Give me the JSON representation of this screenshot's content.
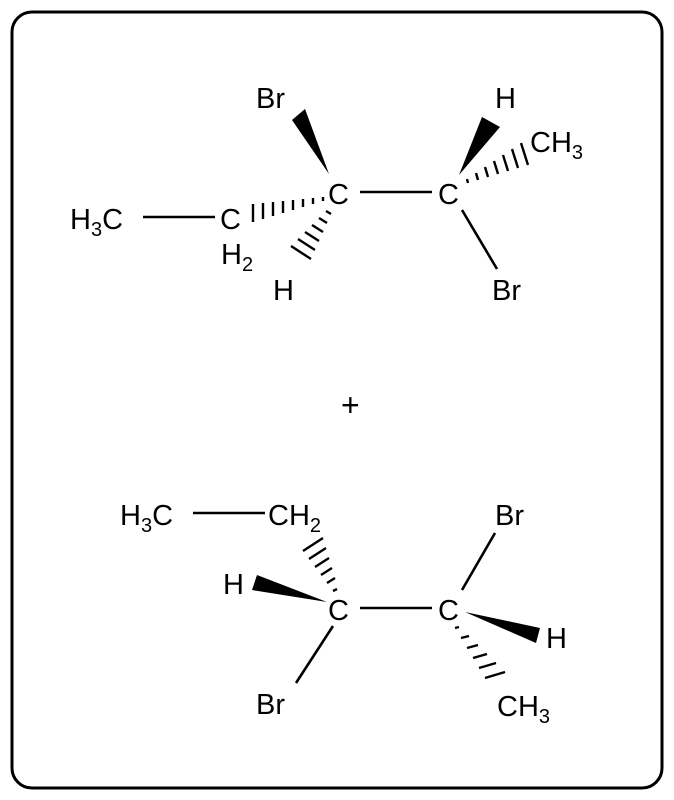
{
  "frame_color": "#000000",
  "plus_sign": "+",
  "molecule_top": {
    "carbon_left": "C",
    "carbon_right": "C",
    "methylene_c": "C",
    "methylene_h": "H",
    "methylene_sub": "2",
    "methyl_left_h": "H",
    "methyl_left_sub": "3",
    "methyl_left_c": "C",
    "bromine_up": "Br",
    "hydrogen_down": "H",
    "hydrogen_up": "H",
    "methyl_right_c": "CH",
    "methyl_right_sub": "3",
    "bromine_down": "Br"
  },
  "molecule_bottom": {
    "methyl_left_h": "H",
    "methyl_left_sub": "3",
    "methyl_left_c": "C",
    "methylene_text": "CH",
    "methylene_sub": "2",
    "hydrogen_left": "H",
    "carbon_left": "C",
    "carbon_right": "C",
    "bromine_down": "Br",
    "bromine_up": "Br",
    "hydrogen_right": "H",
    "methyl_right_c": "CH",
    "methyl_right_sub": "3"
  }
}
